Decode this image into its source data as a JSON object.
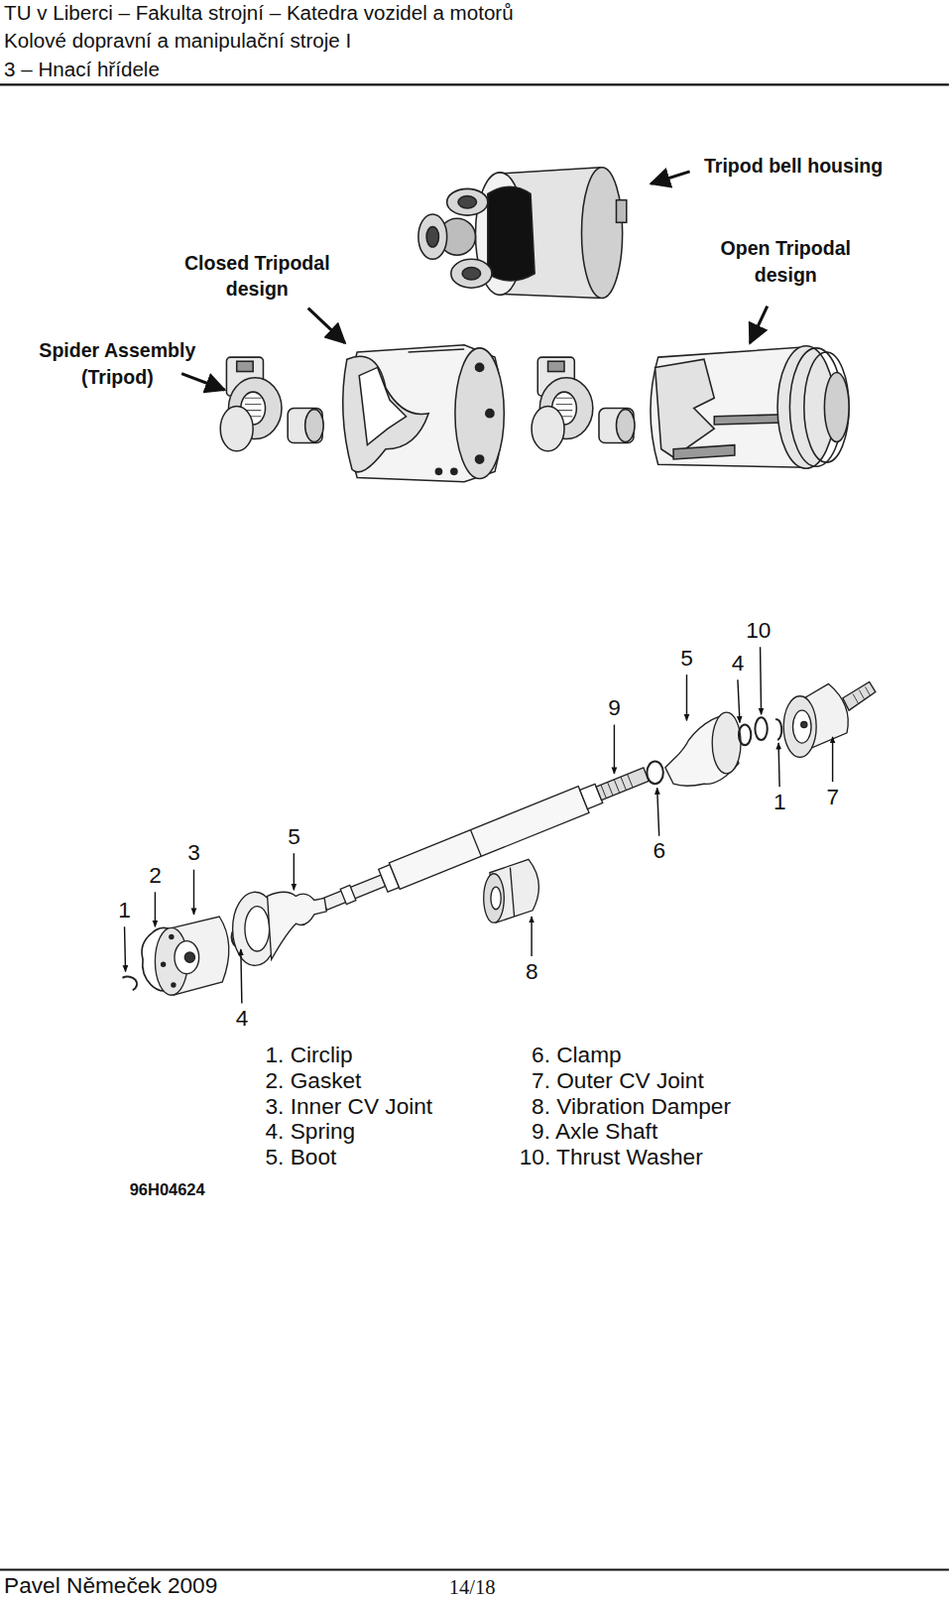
{
  "diagram": {
    "labels": [
      "TU v Liberci – Fakulta strojní – Katedra vozidel a motorů",
      "Kolové dopravní a manipulační stroje I",
      "3 – Hnací hřídele",
      "Tripod bell housing",
      "Closed Tripodal design",
      "Open Tripodal design",
      "Spider Assembly (Tripod)",
      "1",
      "2",
      "3",
      "5",
      "4",
      "9",
      "5",
      "4",
      "10",
      "1",
      "7",
      "6",
      "8",
      "1. Circlip",
      "2. Gasket",
      "3. Inner CV Joint",
      "4. Spring",
      "5. Boot",
      "6. Clamp",
      "7. Outer CV Joint",
      "8. Vibration Damper",
      "9. Axle Shaft",
      "10. Thrust Washer",
      "96H04624",
      "Pavel Němeček 2009",
      "14/18"
    ]
  }
}
